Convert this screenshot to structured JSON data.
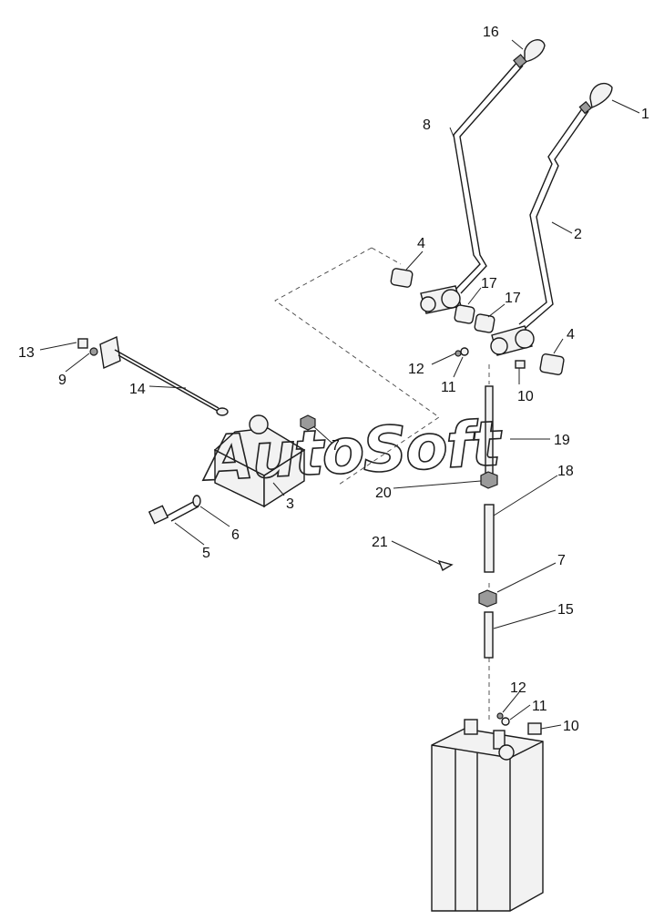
{
  "watermark": "AutoSoft",
  "callouts": {
    "c1": "1",
    "c2": "2",
    "c3": "3",
    "c4a": "4",
    "c4b": "4",
    "c5": "5",
    "c6": "6",
    "c7a": "7",
    "c7b": "7",
    "c8": "8",
    "c9": "9",
    "c10a": "10",
    "c10b": "10",
    "c11a": "11",
    "c11b": "11",
    "c12a": "12",
    "c12b": "12",
    "c13": "13",
    "c14": "14",
    "c15": "15",
    "c16": "16",
    "c17a": "17",
    "c17b": "17",
    "c18": "18",
    "c19": "19",
    "c20": "20",
    "c21": "21"
  }
}
